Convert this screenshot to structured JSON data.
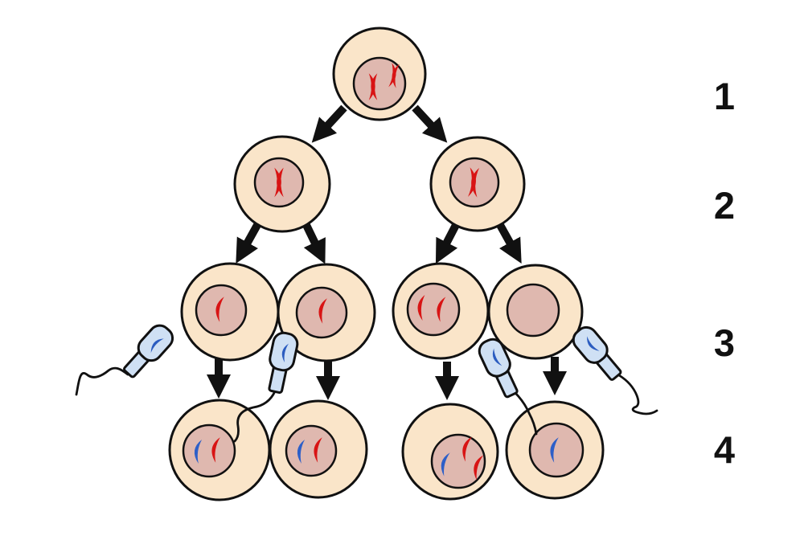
{
  "figure": {
    "type": "cell-division-diagram",
    "stage_labels": [
      "1",
      "2",
      "3",
      "4"
    ],
    "rows": [
      {
        "stage": "1",
        "cells": [
          {
            "chromosomes": [
              "red-x",
              "red-x"
            ]
          }
        ]
      },
      {
        "stage": "2",
        "cells": [
          {
            "chromosomes": [
              "red-x"
            ]
          },
          {
            "chromosomes": [
              "red-x"
            ]
          }
        ]
      },
      {
        "stage": "3",
        "cells": [
          {
            "chromosomes": [
              "red-chromatid"
            ]
          },
          {
            "chromosomes": [
              "red-chromatid"
            ]
          },
          {
            "chromosomes": [
              "red-chromatid",
              "red-chromatid"
            ]
          },
          {
            "chromosomes": []
          }
        ]
      },
      {
        "stage": "4",
        "cells": [
          {
            "chromosomes": [
              "blue-chromatid",
              "red-chromatid"
            ]
          },
          {
            "chromosomes": [
              "blue-chromatid",
              "red-chromatid"
            ]
          },
          {
            "chromosomes": [
              "blue-chromatid",
              "red-chromatid",
              "red-chromatid"
            ]
          },
          {
            "chromosomes": [
              "blue-chromatid"
            ]
          }
        ]
      }
    ],
    "sperm": [
      {
        "position": "far-left",
        "heading": "up-right",
        "chromosome": "blue-chromatid"
      },
      {
        "position": "mid-left",
        "heading": "up-right",
        "chromosome": "blue-chromatid"
      },
      {
        "position": "mid-right",
        "heading": "up-left",
        "chromosome": "blue-chromatid"
      },
      {
        "position": "far-right",
        "heading": "up-left",
        "chromosome": "blue-chromatid"
      }
    ]
  },
  "colors": {
    "background": "#ffffff",
    "cytoplasm": "#fae5c9",
    "nucleus": "#dfb8af",
    "outline": "#111111",
    "chromosome-red": "#d81414",
    "chromosome-blue": "#2d5fc8",
    "sperm-body": "#cfe0f4",
    "sperm-chromosome": "#2b5cc0",
    "label": "#111111"
  }
}
